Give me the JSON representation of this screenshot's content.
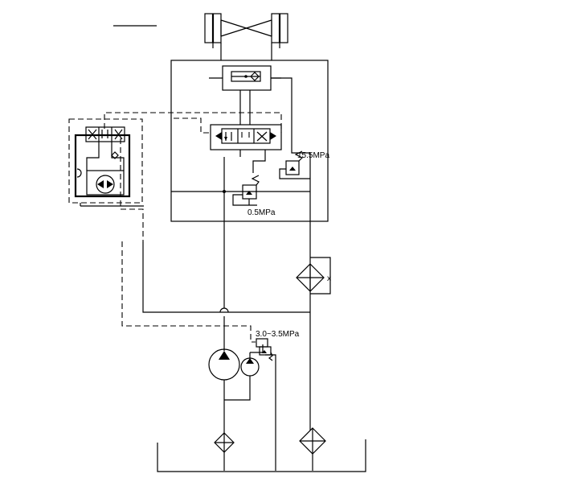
{
  "labels": {
    "relief_high": "15.5MPa",
    "relief_low": "0.5MPa",
    "relief_pump": "3.0~3.5MPa",
    "cooler_mark": "x"
  }
}
